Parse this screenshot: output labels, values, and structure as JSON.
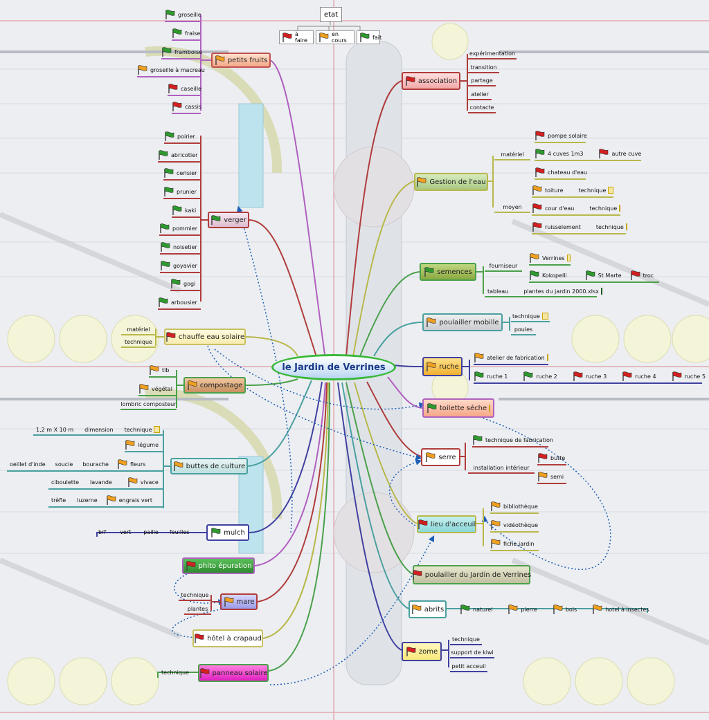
{
  "center": {
    "label": "le Jardin de Verrines"
  },
  "legend": {
    "title": "etat",
    "items": [
      "à faire",
      "en cours",
      "fait"
    ]
  },
  "left": {
    "petits_fruits": {
      "label": "petits fruits",
      "items": [
        "groseille",
        "fraise",
        "framboise",
        "groseille à macreau",
        "caseille",
        "cassis"
      ]
    },
    "verger": {
      "label": "verger",
      "items": [
        "poirier",
        "abricotier",
        "cerisier",
        "prunier",
        "kaki",
        "pommier",
        "noisetier",
        "goyavier",
        "gogi",
        "arbousier"
      ]
    },
    "chauffe": {
      "label": "chauffe eau solaire",
      "items": [
        "matériel",
        "technique"
      ]
    },
    "compostage": {
      "label": "compostage",
      "items": [
        "tlb",
        "végétal",
        "lombric composteur"
      ]
    },
    "buttes": {
      "label": "buttes de culture",
      "dimension": "1,2 m X 10 m",
      "dimension_label": "dimension",
      "technique": "technique",
      "legume": "légume",
      "fleurs_chain": [
        "oeillet d'inde",
        "soucie",
        "bourache"
      ],
      "fleurs": "fleurs",
      "vivace_chain": [
        "ciboulette",
        "lavande"
      ],
      "vivace": "vivace",
      "engrais_chain": [
        "trèfle",
        "luzerne"
      ],
      "engrais": "engrais vert"
    },
    "mulch": {
      "label": "mulch",
      "chain": [
        "brf",
        "vert",
        "paille",
        "feuilles"
      ]
    },
    "phito": {
      "label": "phito épuration"
    },
    "mare": {
      "label": "mare",
      "items": [
        "technique",
        "plantes"
      ]
    },
    "hotel": {
      "label": "hôtel à crapaud"
    },
    "panneau": {
      "label": "panneau solaire",
      "items": [
        "technique"
      ]
    }
  },
  "right": {
    "association": {
      "label": "association",
      "items": [
        "expérimentation",
        "transition",
        "partage",
        "atelier",
        "contacte"
      ]
    },
    "eau": {
      "label": "Gestion de l'eau",
      "materiel": "matériel",
      "moyen": "moyen",
      "pompe": "pompe solaire",
      "cuves": "4 cuves 1m3",
      "autre": "autre cuve",
      "chateau": "chateau d'eau",
      "toiture": "toiture",
      "cour": "cour d'eau",
      "ruissellement": "ruisselement",
      "technique": "technique"
    },
    "semences": {
      "label": "semences",
      "fournisseur": "fourniseur",
      "tableau": "tableau",
      "verrines": "Verrines",
      "kokopelli": "Kokopelli",
      "stmarte": "St Marte",
      "troc": "troc",
      "fichier": "plantes du jardin 2000.xlsx"
    },
    "poulailler_mobile": {
      "label": "poulailler mobille",
      "items": [
        "technique",
        "poules"
      ]
    },
    "ruche": {
      "label": "ruche",
      "atelier": "atelier de fabrication",
      "items": [
        "ruche 1",
        "ruche 2",
        "ruche 3",
        "ruche 4",
        "ruche 5"
      ]
    },
    "toilette": {
      "label": "toilette séche"
    },
    "serre": {
      "label": "serre",
      "fabrication": "technique de fabrication",
      "installation": "installation intérieur",
      "butte": "butte",
      "semi": "semi"
    },
    "accueil": {
      "label": "lieu d'acceuil",
      "items": [
        "bibliothèque",
        "vidéothèque",
        "fiche jardin"
      ]
    },
    "poulailler_jv": {
      "label": "poulailler du Jardin de Verrines"
    },
    "abrits": {
      "label": "abrits",
      "items": [
        "naturel",
        "pierre",
        "bois",
        "hotel à insectes"
      ]
    },
    "zome": {
      "label": "zome",
      "items": [
        "technique",
        "support de kiwi",
        "petit acceuil"
      ]
    }
  },
  "colors": {
    "red_flag": "#d42020",
    "orange_flag": "#f0a020",
    "green_flag": "#2e9a2e"
  }
}
